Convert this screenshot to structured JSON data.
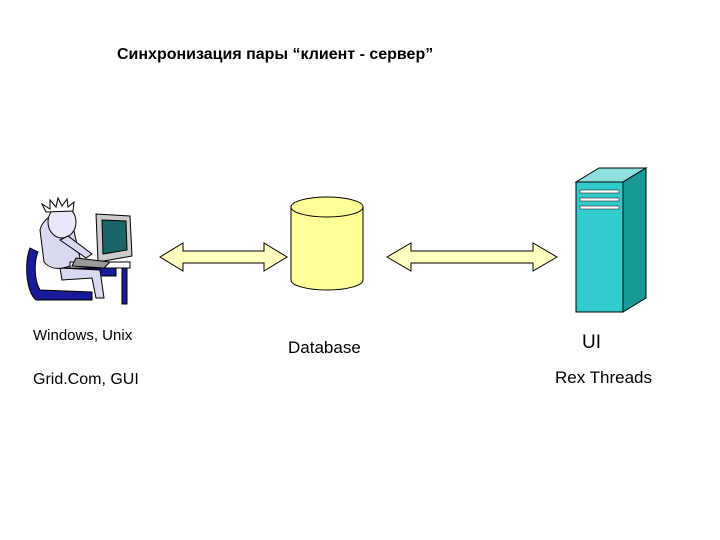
{
  "title": "Синхронизация пары “клиент - сервер”",
  "client": {
    "label_1": "Windows, Unix",
    "label_2": "Grid.Com, GUI"
  },
  "database": {
    "label": "Database"
  },
  "server": {
    "label_1": "UI",
    "label_2": "Rex Threads"
  },
  "colors": {
    "arrow_fill": "#ffffc0",
    "cylinder_fill": "#ffff99",
    "server_front": "#33cccc",
    "server_side": "#1a9999",
    "person_chair": "#1a1a99",
    "monitor": "#cccccc"
  },
  "icons": {
    "client": "person-at-computer-icon",
    "database": "database-cylinder-icon",
    "server": "server-tower-icon"
  }
}
